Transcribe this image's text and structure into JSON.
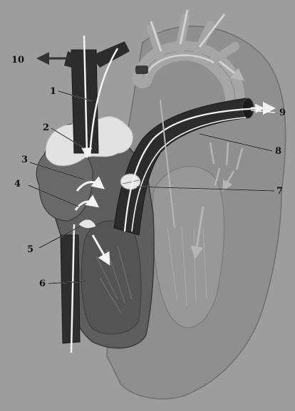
{
  "diagram": {
    "subject": "heart cross-section with blood flow arrows",
    "colors": {
      "background": "#9d9d9d",
      "left_heart": "#8f8f8f",
      "right_heart_muscle": "#5e5e5e",
      "vessel_dark": "#2c2c2c",
      "fat": "#e2e2e2",
      "arrow": "#f4f4f4",
      "label": "#111111"
    },
    "callouts": [
      {
        "label": "1"
      },
      {
        "label": "2"
      },
      {
        "label": "3"
      },
      {
        "label": "4"
      },
      {
        "label": "5"
      },
      {
        "label": "6"
      },
      {
        "label": "7"
      },
      {
        "label": "8"
      },
      {
        "label": "9"
      },
      {
        "label": "10"
      }
    ]
  }
}
